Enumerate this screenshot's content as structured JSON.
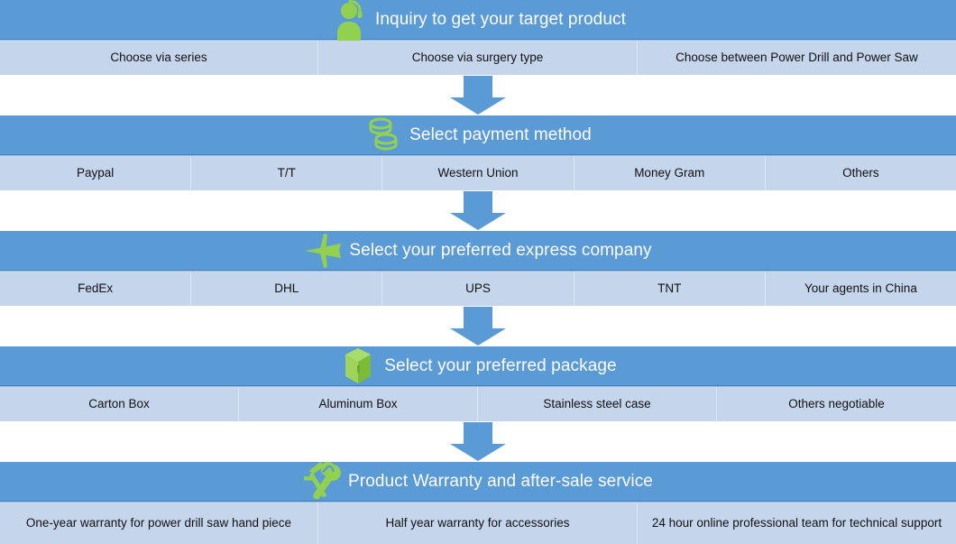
{
  "chart_data": {
    "type": "diagram",
    "title": "Ordering process flowchart",
    "orientation": "vertical",
    "stage_count": 5
  },
  "theme": {
    "header_blue": "#5b9bd5",
    "band_blue": "#c5d5ec",
    "icon_green": "#92d050",
    "arrow_blue": "#5b9bd5",
    "text_dark": "#111111",
    "text_light": "#ffffff"
  },
  "stages": [
    {
      "id": "inquiry",
      "icon": "customer-service-person-icon",
      "title": "Inquiry to get your target product",
      "options": [
        "Choose via series",
        "Choose via surgery type",
        "Choose  between Power Drill and Power Saw"
      ]
    },
    {
      "id": "payment",
      "icon": "coins-icon",
      "title": "Select payment method",
      "options": [
        "Paypal",
        "T/T",
        "Western Union",
        "Money Gram",
        "Others"
      ]
    },
    {
      "id": "express",
      "icon": "airplane-icon",
      "title": "Select your preferred express company",
      "options": [
        "FedEx",
        "DHL",
        "UPS",
        "TNT",
        "Your agents in China"
      ]
    },
    {
      "id": "package",
      "icon": "box-package-icon",
      "title": "Select your preferred package",
      "options": [
        "Carton Box",
        "Aluminum Box",
        "Stainless steel case",
        "Others negotiable"
      ]
    },
    {
      "id": "warranty",
      "icon": "hammer-wrench-tools-icon",
      "title": "Product Warranty and after-sale service",
      "options": [
        "One-year warranty for power drill saw hand piece",
        "Half year warranty for accessories",
        "24 hour online professional team for technical support"
      ]
    }
  ],
  "connectors": [
    {
      "id": "arrow-1",
      "direction": "down"
    },
    {
      "id": "arrow-2",
      "direction": "down"
    },
    {
      "id": "arrow-3",
      "direction": "down"
    },
    {
      "id": "arrow-4",
      "direction": "down"
    }
  ]
}
